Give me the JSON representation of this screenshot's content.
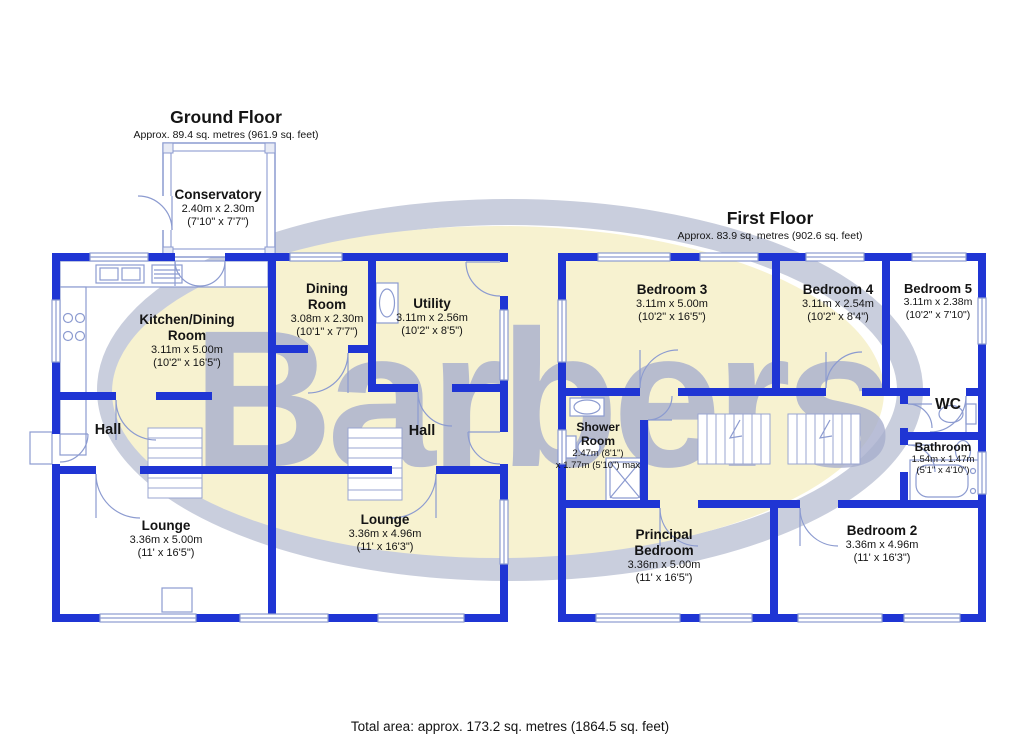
{
  "watermark": {
    "text": "Barbers"
  },
  "ground_floor": {
    "title": "Ground Floor",
    "subtitle": "Approx. 89.4 sq. metres (961.9 sq. feet)",
    "rooms": {
      "conservatory": {
        "name": "Conservatory",
        "metric": "2.40m x 2.30m",
        "imperial": "(7'10\" x 7'7\")"
      },
      "kitchen_dining": {
        "name": "Kitchen/Dining\nRoom",
        "metric": "3.11m x 5.00m",
        "imperial": "(10'2\" x 16'5\")"
      },
      "dining": {
        "name": "Dining\nRoom",
        "metric": "3.08m x 2.30m",
        "imperial": "(10'1\" x 7'7\")"
      },
      "utility": {
        "name": "Utility",
        "metric": "3.11m x 2.56m",
        "imperial": "(10'2\" x 8'5\")"
      },
      "hall_left": {
        "name": "Hall"
      },
      "hall_right": {
        "name": "Hall"
      },
      "lounge_left": {
        "name": "Lounge",
        "metric": "3.36m x 5.00m",
        "imperial": "(11' x 16'5\")"
      },
      "lounge_right": {
        "name": "Lounge",
        "metric": "3.36m x 4.96m",
        "imperial": "(11' x 16'3\")"
      }
    }
  },
  "first_floor": {
    "title": "First Floor",
    "subtitle": "Approx. 83.9 sq. metres (902.6 sq. feet)",
    "rooms": {
      "bedroom3": {
        "name": "Bedroom 3",
        "metric": "3.11m x 5.00m",
        "imperial": "(10'2\" x 16'5\")"
      },
      "bedroom4": {
        "name": "Bedroom 4",
        "metric": "3.11m x 2.54m",
        "imperial": "(10'2\" x 8'4\")"
      },
      "bedroom5": {
        "name": "Bedroom 5",
        "metric": "3.11m x 2.38m",
        "imperial": "(10'2\" x 7'10\")"
      },
      "shower_room": {
        "name": "Shower\nRoom",
        "metric": "2.47m (8'1\")",
        "imperial": "x 1.77m (5'10\") max"
      },
      "wc": {
        "name": "WC"
      },
      "bathroom": {
        "name": "Bathroom",
        "metric": "1.54m x 1.47m",
        "imperial": "(5'1\" x 4'10\")"
      },
      "principal_bedroom": {
        "name": "Principal\nBedroom",
        "metric": "3.36m x 5.00m",
        "imperial": "(11' x 16'5\")"
      },
      "bedroom2": {
        "name": "Bedroom 2",
        "metric": "3.36m x 4.96m",
        "imperial": "(11' x 16'3\")"
      }
    }
  },
  "footer": {
    "total_area": "Total area: approx. 173.2 sq. metres (1864.5 sq. feet)"
  }
}
